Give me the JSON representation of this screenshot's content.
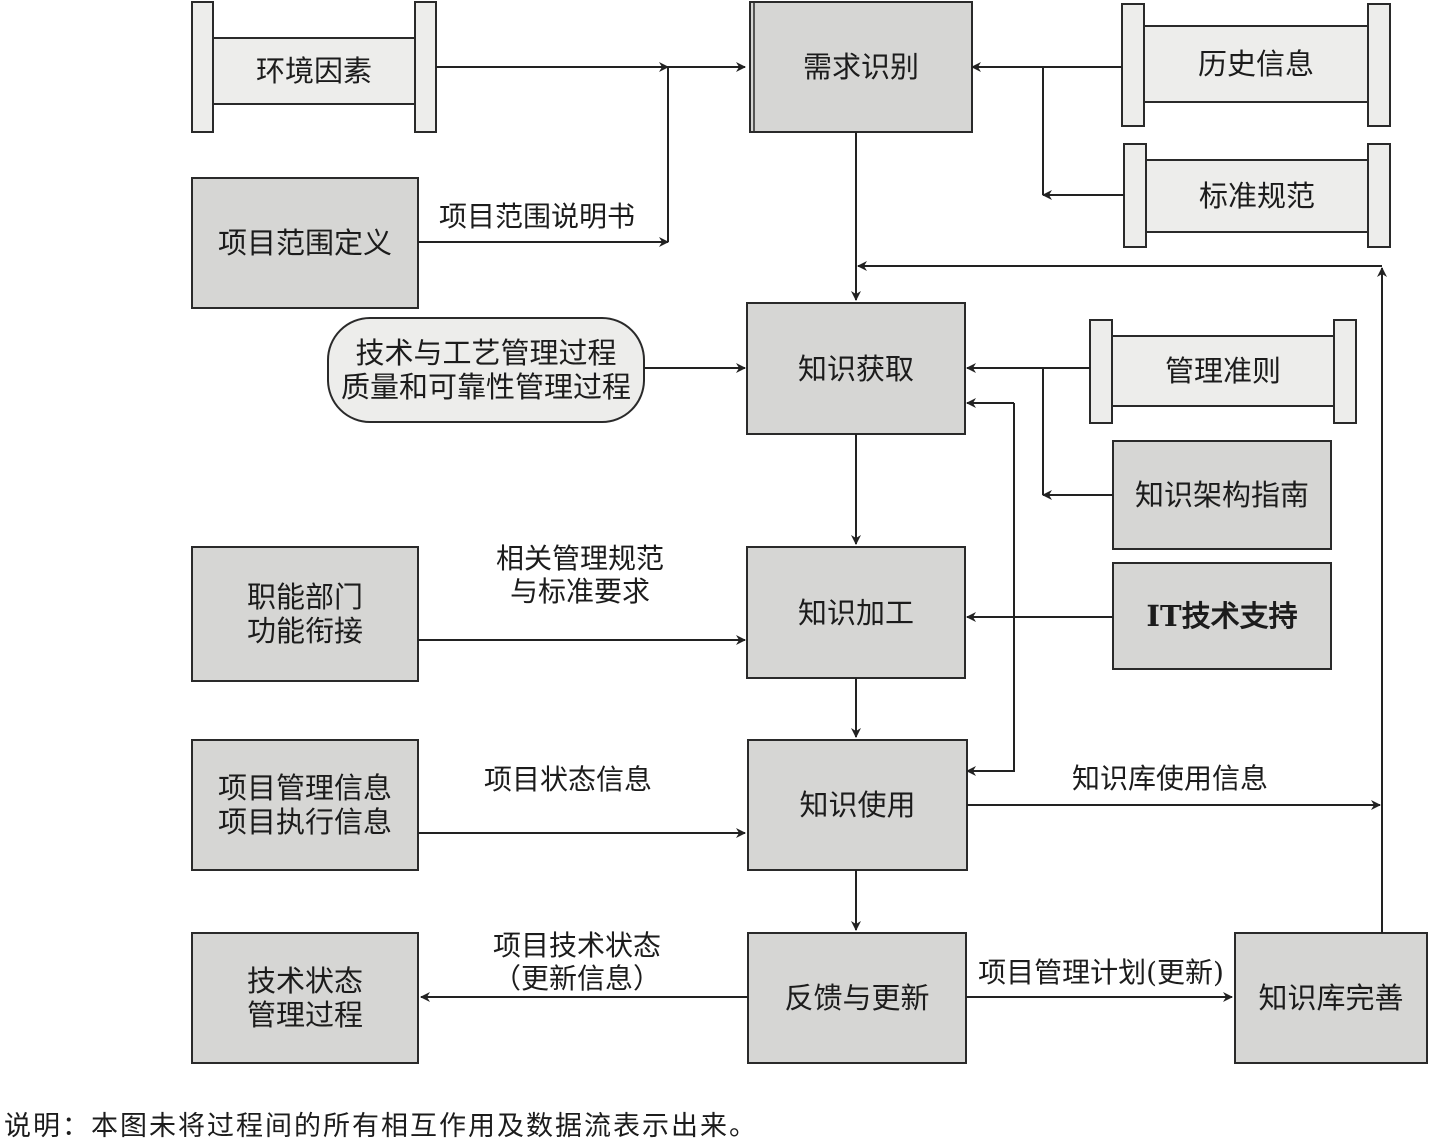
{
  "nodes": {
    "env_factors": "环境因素",
    "scope_definition": "项目范围定义",
    "demand_identification": "需求识别",
    "history_info": "历史信息",
    "standards": "标准规范",
    "tech_quality_line1": "技术与工艺管理过程",
    "tech_quality_line2": "质量和可靠性管理过程",
    "knowledge_acquisition": "知识获取",
    "management_rules": "管理准则",
    "knowledge_arch_guide": "知识架构指南",
    "functional_line1": "职能部门",
    "functional_line2": "功能衔接",
    "knowledge_processing": "知识加工",
    "it_support": "IT技术支持",
    "pm_info_line1": "项目管理信息",
    "pm_info_line2": "项目执行信息",
    "knowledge_usage": "知识使用",
    "tech_status_line1": "技术状态",
    "tech_status_line2": "管理过程",
    "feedback_update": "反馈与更新",
    "kb_improvement": "知识库完善"
  },
  "edge_labels": {
    "scope_statement": "项目范围说明书",
    "mgmt_specs_line1": "相关管理规范",
    "mgmt_specs_line2": "与标准要求",
    "project_status": "项目状态信息",
    "kb_usage_info": "知识库使用信息",
    "tech_status_update_line1": "项目技术状态",
    "tech_status_update_line2": "（更新信息）",
    "pm_plan_update": "项目管理计划(更新)"
  },
  "note": "说明：本图未将过程间的所有相互作用及数据流表示出来。",
  "colors": {
    "box_fill": "#d6d6d4",
    "scroll_fill": "#ededeb",
    "stroke": "#2a2a2a"
  }
}
